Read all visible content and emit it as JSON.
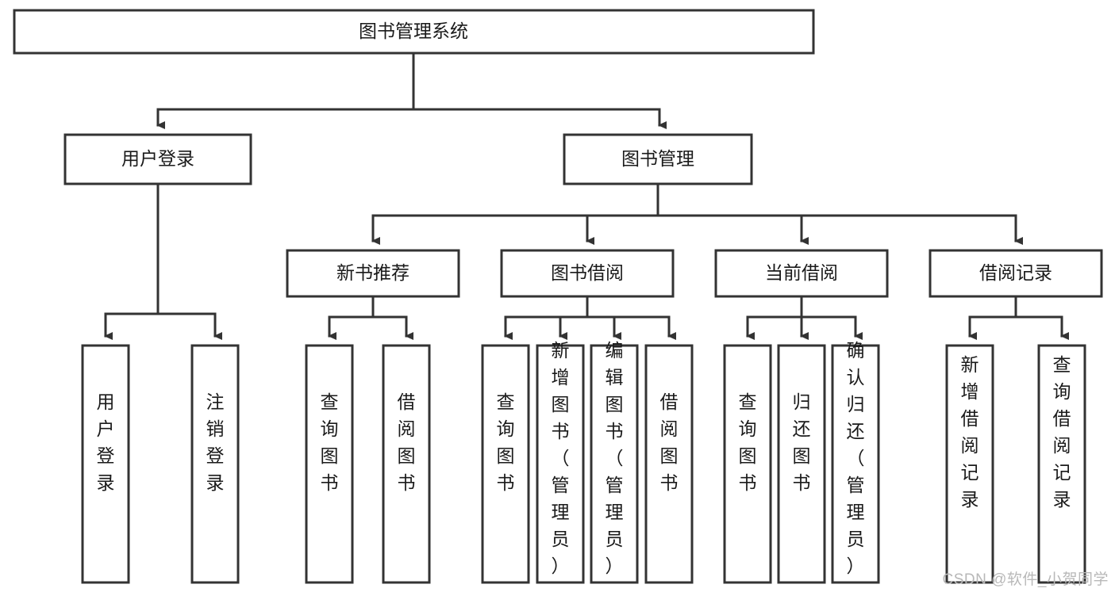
{
  "diagram": {
    "type": "tree-hierarchy-chart",
    "title": "图书管理系统",
    "watermark": "CSDN @软件_小贺同学",
    "colors": {
      "stroke": "#333333",
      "fill": "#ffffff",
      "text": "#1a1a1a",
      "watermark": "#b8b8b8"
    },
    "levels": {
      "level1": [
        {
          "id": "root",
          "label": "图书管理系统",
          "orientation": "horizontal"
        }
      ],
      "level2": [
        {
          "id": "user-login",
          "label": "用户登录",
          "orientation": "horizontal",
          "parent": "root"
        },
        {
          "id": "book-manage",
          "label": "图书管理",
          "orientation": "horizontal",
          "parent": "root"
        }
      ],
      "level3": [
        {
          "id": "new-book-rec",
          "label": "新书推荐",
          "orientation": "horizontal",
          "parent": "book-manage"
        },
        {
          "id": "book-borrow",
          "label": "图书借阅",
          "orientation": "horizontal",
          "parent": "book-manage"
        },
        {
          "id": "current-borrow",
          "label": "当前借阅",
          "orientation": "horizontal",
          "parent": "book-manage"
        },
        {
          "id": "borrow-record",
          "label": "借阅记录",
          "orientation": "horizontal",
          "parent": "book-manage"
        }
      ],
      "leaves": [
        {
          "id": "leaf-user-login",
          "label": "用户登录",
          "orientation": "vertical",
          "parent": "user-login"
        },
        {
          "id": "leaf-user-logout",
          "label": "注销登录",
          "orientation": "vertical",
          "parent": "user-login"
        },
        {
          "id": "leaf-rec-query-book",
          "label": "查询图书",
          "orientation": "vertical",
          "parent": "new-book-rec"
        },
        {
          "id": "leaf-rec-borrow-book",
          "label": "借阅图书",
          "orientation": "vertical",
          "parent": "new-book-rec"
        },
        {
          "id": "leaf-borrow-query-book",
          "label": "查询图书",
          "orientation": "vertical",
          "parent": "book-borrow"
        },
        {
          "id": "leaf-borrow-add-book",
          "label": "新增图书（管理员）",
          "orientation": "vertical",
          "parent": "book-borrow"
        },
        {
          "id": "leaf-borrow-edit-book",
          "label": "编辑图书（管理员）",
          "orientation": "vertical",
          "parent": "book-borrow"
        },
        {
          "id": "leaf-borrow-borrow-book",
          "label": "借阅图书",
          "orientation": "vertical",
          "parent": "book-borrow"
        },
        {
          "id": "leaf-cur-query-book",
          "label": "查询图书",
          "orientation": "vertical",
          "parent": "current-borrow"
        },
        {
          "id": "leaf-cur-return-book",
          "label": "归还图书",
          "orientation": "vertical",
          "parent": "current-borrow"
        },
        {
          "id": "leaf-cur-confirm-return",
          "label": "确认归还（管理员）",
          "orientation": "vertical",
          "parent": "current-borrow"
        },
        {
          "id": "leaf-rec-add-record",
          "label": "新增借阅记录",
          "orientation": "vertical",
          "parent": "borrow-record"
        },
        {
          "id": "leaf-rec-query-record",
          "label": "查询借阅记录",
          "orientation": "vertical",
          "parent": "borrow-record"
        }
      ]
    }
  }
}
